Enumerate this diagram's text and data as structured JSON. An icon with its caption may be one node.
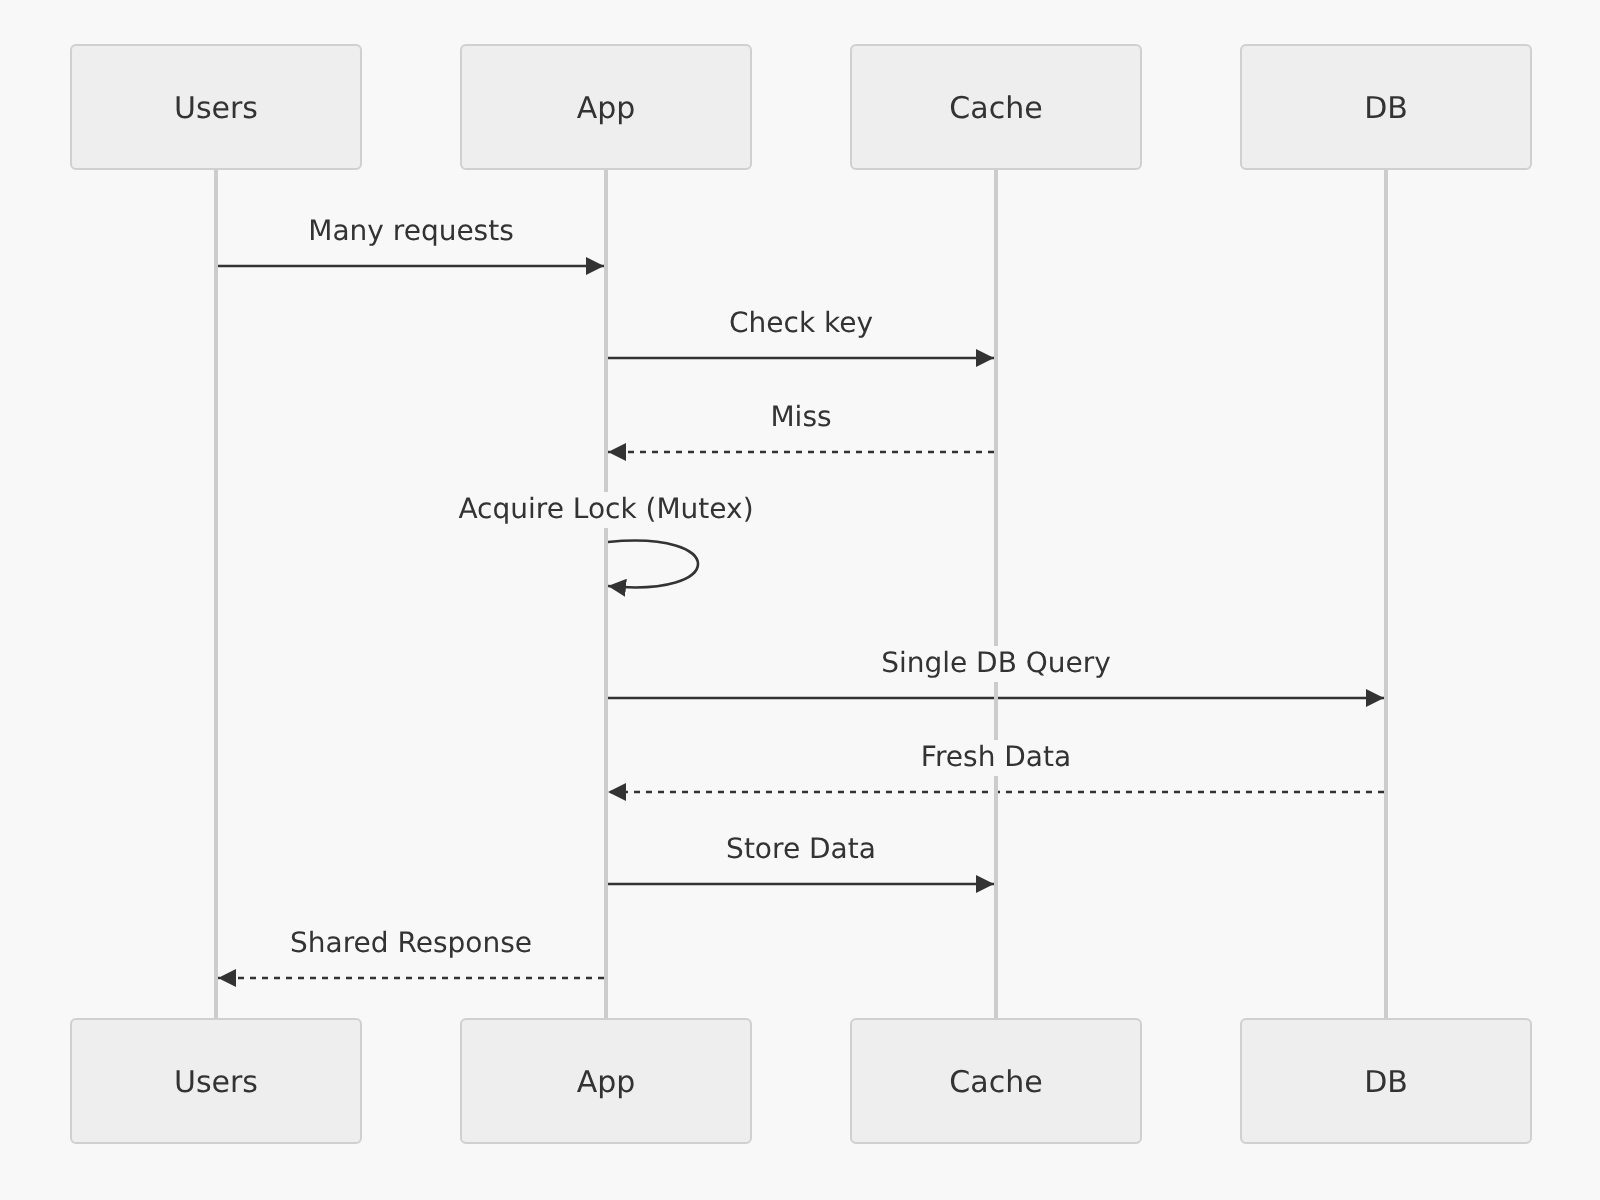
{
  "diagram": {
    "nodes": [
      {
        "text": [
          "Users"
        ]
      },
      {
        "text": [
          "App"
        ]
      },
      {
        "text": [
          "Cache"
        ]
      },
      {
        "text": [
          "DB"
        ]
      },
      {
        "text": [],
        "shape": "line"
      },
      {
        "text": [],
        "shape": "line"
      },
      {
        "text": [],
        "shape": "line"
      },
      {
        "text": [],
        "shape": "line"
      },
      {
        "text": [
          "Users"
        ]
      },
      {
        "text": [
          "App"
        ]
      },
      {
        "text": [
          "Cache"
        ]
      },
      {
        "text": [
          "DB"
        ]
      }
    ],
    "edges": [
      {
        "from": 4,
        "to": 5,
        "arrow": "to",
        "label": "Many requests"
      },
      {
        "from": 5,
        "to": 6,
        "arrow": "to",
        "label": "Check key"
      },
      {
        "from": 6,
        "to": 5,
        "arrow": "to",
        "label": "Miss",
        "style": "dashed"
      },
      {
        "from": 5,
        "to": 5,
        "arrow": "to",
        "label": "Acquire Lock (Mutex)"
      },
      {
        "from": 5,
        "to": 7,
        "arrow": "to",
        "label": "Single DB Query"
      },
      {
        "from": 7,
        "to": 5,
        "arrow": "to",
        "label": "Fresh Data",
        "style": "dashed"
      },
      {
        "from": 5,
        "to": 6,
        "arrow": "to",
        "label": "Store Data"
      },
      {
        "from": 5,
        "to": 4,
        "arrow": "to",
        "label": "Shared Response",
        "style": "dashed"
      }
    ]
  }
}
